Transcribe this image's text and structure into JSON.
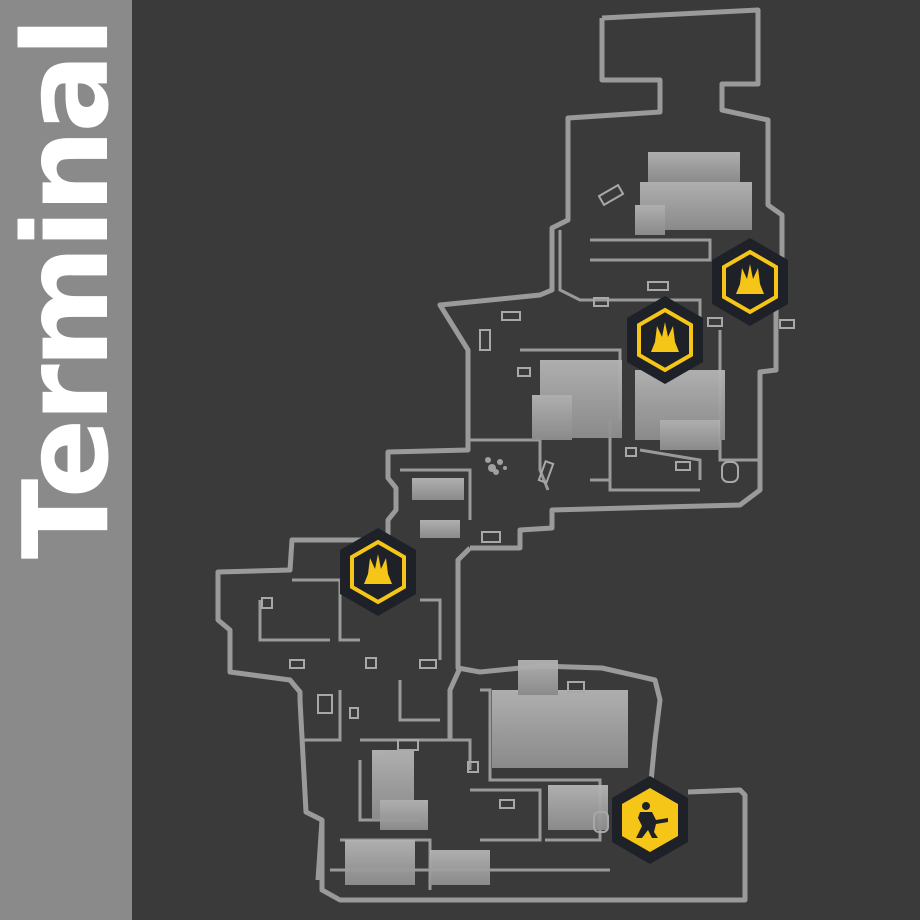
{
  "title": "Terminal",
  "colors": {
    "background": "#3a3a3a",
    "sidebar": "#8a8a8a",
    "title_text": "#ffffff",
    "map_walls": "#9a9a9a",
    "map_fill": "#a3a3a3",
    "marker_hex": "#1e2128",
    "marker_accent": "#f5c518"
  },
  "markers": [
    {
      "type": "explosion",
      "icon": "explosion-icon"
    },
    {
      "type": "explosion",
      "icon": "explosion-icon"
    },
    {
      "type": "explosion",
      "icon": "explosion-icon"
    },
    {
      "type": "soldier",
      "icon": "soldier-icon"
    }
  ]
}
